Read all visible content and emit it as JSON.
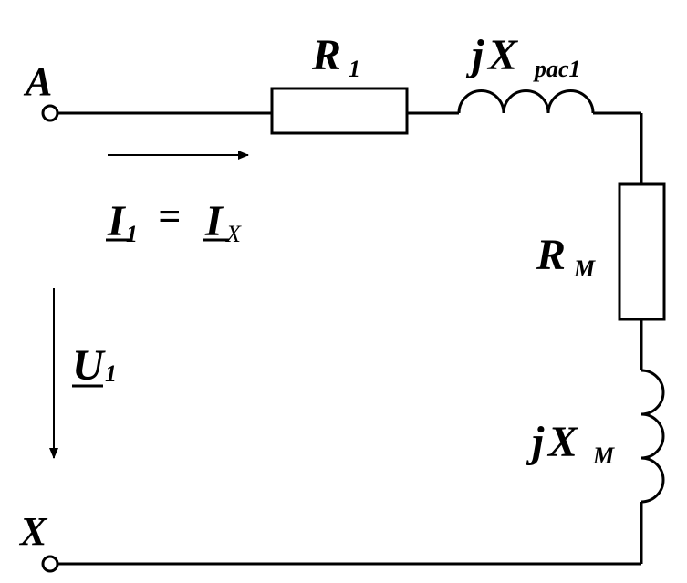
{
  "terminals": {
    "a": "A",
    "x": "X"
  },
  "elements": {
    "r1": {
      "main": "R",
      "sub": "1"
    },
    "xpac1": {
      "prefix": "j",
      "main": "X",
      "sub": "pac1"
    },
    "rm": {
      "main": "R",
      "sub": "M"
    },
    "xm": {
      "prefix": "j",
      "main": "X",
      "sub": "M"
    }
  },
  "current": {
    "left_main": "I",
    "left_sub": "1",
    "eq": "=",
    "right_main": "I",
    "right_sub": "X"
  },
  "voltage": {
    "main": "U",
    "sub": "1"
  }
}
